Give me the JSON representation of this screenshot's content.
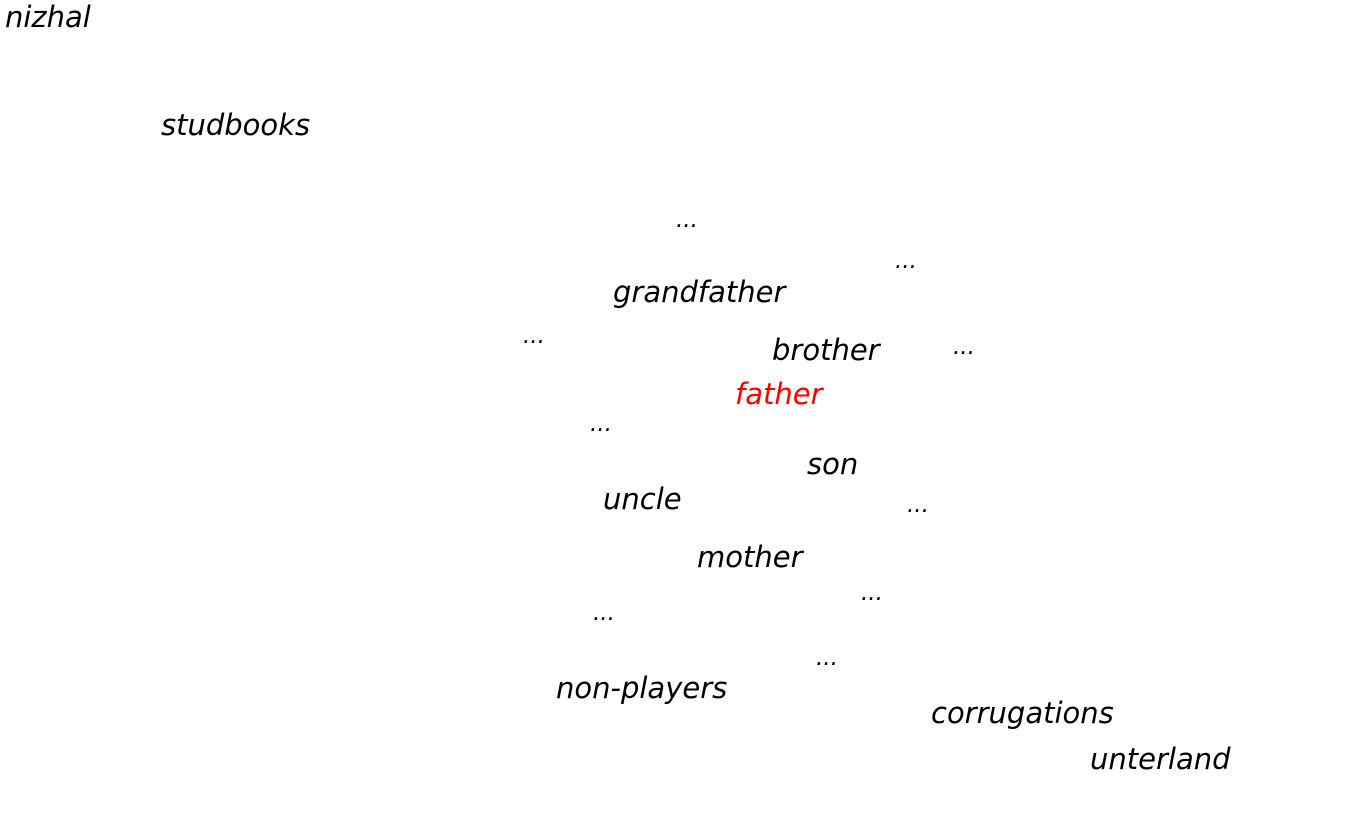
{
  "words": {
    "nizhal": "nizhal",
    "studbooks": "studbooks",
    "grandfather": "grandfather",
    "brother": "brother",
    "father": "father",
    "son": "son",
    "uncle": "uncle",
    "mother": "mother",
    "non_players": "non-players",
    "corrugations": "corrugations",
    "unterland": "unterland"
  },
  "ellipsis": "...",
  "highlight_word": "father",
  "colors": {
    "text": "#000000",
    "highlight": "#ff0000",
    "background": "#ffffff"
  }
}
